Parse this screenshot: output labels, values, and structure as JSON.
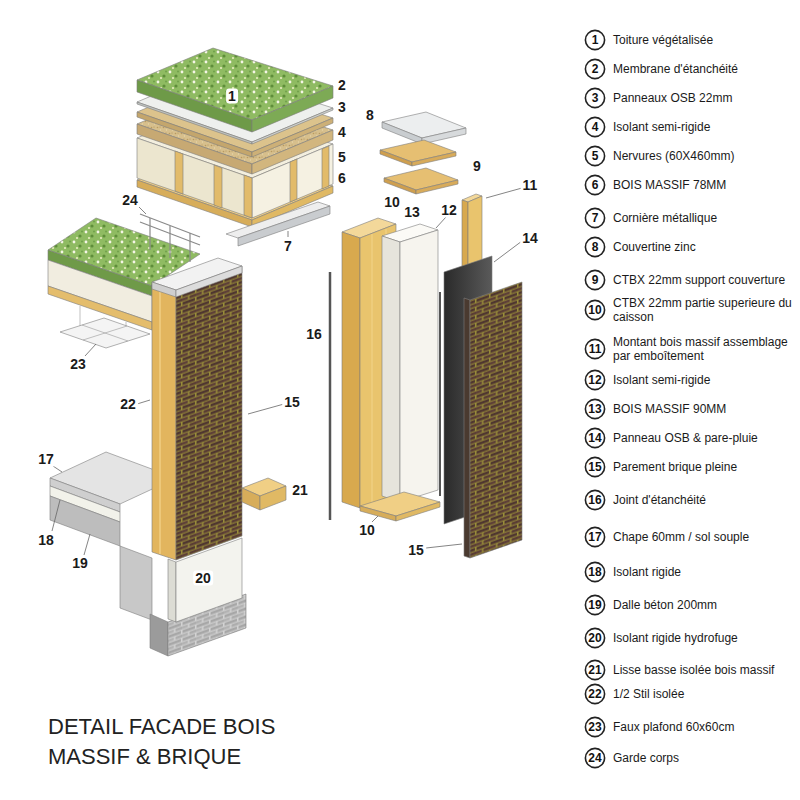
{
  "diagram": {
    "title": "DETAIL FACADE BOIS MASSIF & BRIQUE",
    "nodes": [
      {
        "text": [
          "1",
          "Toiture végétalisée"
        ]
      },
      {
        "text": [
          "2",
          "Membrane d'étanchéité"
        ]
      },
      {
        "text": [
          "3",
          "Panneaux OSB 22mm"
        ]
      },
      {
        "text": [
          "4",
          "Isolant semi-rigide"
        ]
      },
      {
        "text": [
          "5",
          "Nervures (60X460mm)"
        ]
      },
      {
        "text": [
          "6",
          "BOIS MASSIF 78MM"
        ]
      },
      {
        "text": [
          "7",
          "Cornière métallique"
        ]
      },
      {
        "text": [
          "8",
          "Couvertine zinc"
        ]
      },
      {
        "text": [
          "9",
          "CTBX 22mm support couverture"
        ]
      },
      {
        "text": [
          "10",
          "CTBX 22mm partie superieure du caisson"
        ]
      },
      {
        "text": [
          "11",
          "Montant bois massif assemblage par emboîtement"
        ]
      },
      {
        "text": [
          "12",
          "Isolant semi-rigide"
        ]
      },
      {
        "text": [
          "13",
          "BOIS MASSIF 90MM"
        ]
      },
      {
        "text": [
          "14",
          "Panneau OSB & pare-pluie"
        ]
      },
      {
        "text": [
          "15",
          "Parement brique pleine"
        ]
      },
      {
        "text": [
          "16",
          "Joint d'étanchéité"
        ]
      },
      {
        "text": [
          "17",
          "Chape 60mm / sol souple"
        ]
      },
      {
        "text": [
          "18",
          "Isolant rigide"
        ]
      },
      {
        "text": [
          "19",
          "Dalle béton 200mm"
        ]
      },
      {
        "text": [
          "20",
          "Isolant rigide hydrofuge"
        ]
      },
      {
        "text": [
          "21",
          "Lisse basse isolée bois massif"
        ]
      },
      {
        "text": [
          "22",
          "1/2 Stil isolée"
        ]
      },
      {
        "text": [
          "23",
          "Faux plafond 60x60cm"
        ]
      },
      {
        "text": [
          "24",
          "Garde corps"
        ]
      }
    ],
    "labels": [
      "1",
      "2",
      "8",
      "3",
      "4",
      "5",
      "9",
      "6",
      "11",
      "10",
      "24",
      "13",
      "12",
      "14",
      "7",
      "16",
      "23",
      "22",
      "15",
      "17",
      "21",
      "10",
      "18",
      "15",
      "19",
      "20"
    ]
  }
}
